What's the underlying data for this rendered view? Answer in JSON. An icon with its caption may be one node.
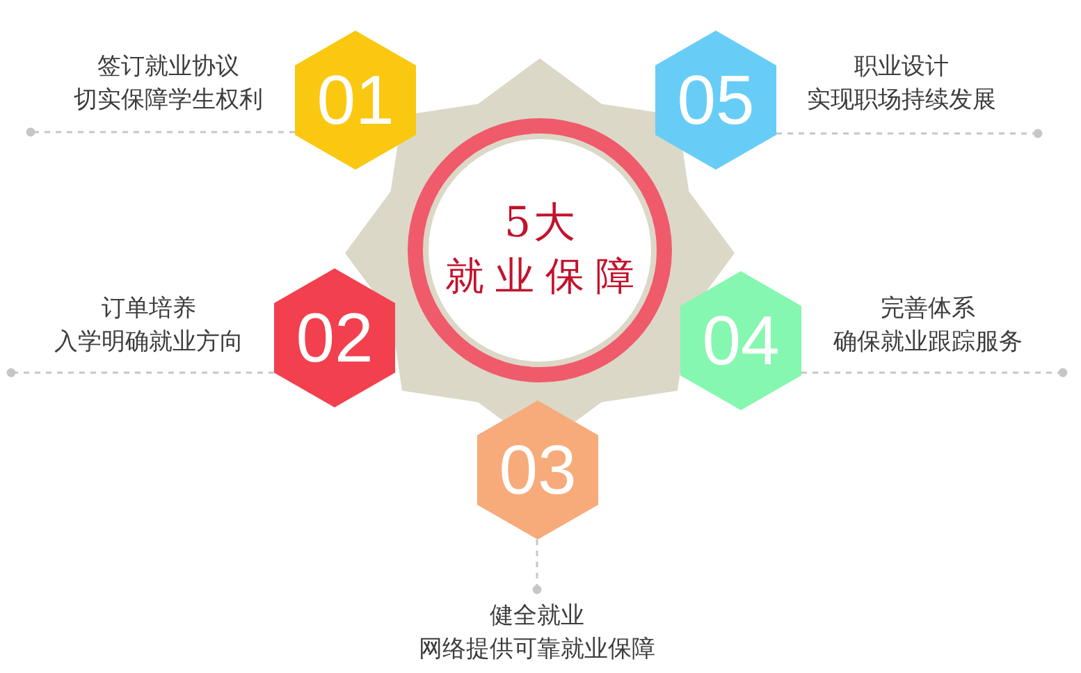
{
  "diagram": {
    "nodes": [
      {
        "text": [
          "5大",
          "就业保障"
        ]
      },
      {
        "text": [
          "01"
        ],
        "beside": [
          "签订就业协议",
          "切实保障学生权利"
        ]
      },
      {
        "text": [
          "02"
        ],
        "beside": [
          "订单培养",
          "入学明确就业方向"
        ]
      },
      {
        "text": [
          "03"
        ],
        "beside": [
          "健全就业",
          "网络提供可靠就业保障"
        ]
      },
      {
        "text": [
          "04"
        ],
        "beside": [
          "完善体系",
          "确保就业跟踪服务"
        ]
      },
      {
        "text": [
          "05"
        ],
        "beside": [
          "职业设计",
          "实现职场持续发展"
        ]
      }
    ],
    "edges": [
      {
        "from": 1,
        "to": null,
        "arrow": "other",
        "style": "dashed"
      },
      {
        "from": 2,
        "to": null,
        "arrow": "other",
        "style": "dashed"
      },
      {
        "from": 3,
        "to": null,
        "arrow": "other",
        "style": "dashed"
      },
      {
        "from": 4,
        "to": null,
        "arrow": "other",
        "style": "dashed"
      },
      {
        "from": 5,
        "to": null,
        "arrow": "other",
        "style": "dashed"
      }
    ]
  }
}
